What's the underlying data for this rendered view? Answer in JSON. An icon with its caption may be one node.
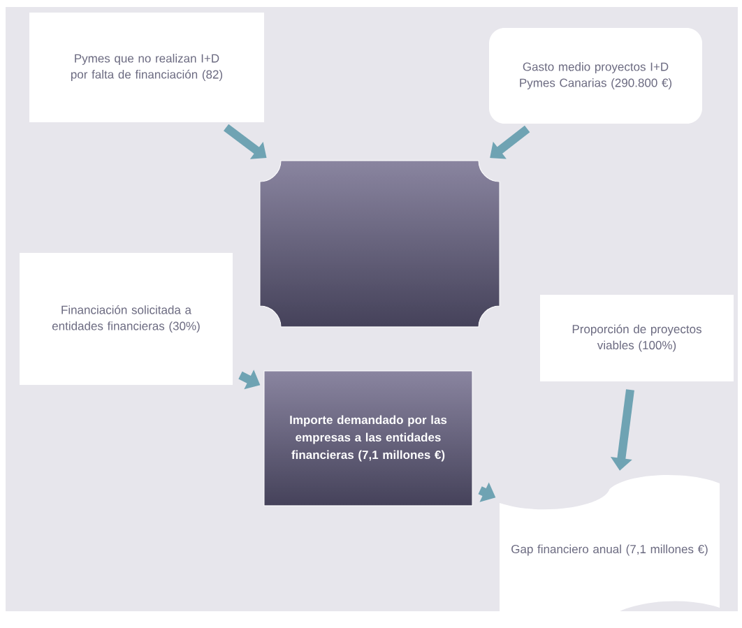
{
  "diagram": {
    "nodes": [
      {
        "text": [
          "Pymes que no realizan I+D por falta de financiación (82)"
        ]
      },
      {
        "text": [
          "Gasto medio proyectos I+D Pymes Canarias (290.800 €)"
        ]
      },
      {
        "text": [],
        "shape": "box"
      },
      {
        "text": [
          "Financiación solicitada a entidades financieras (30%)"
        ]
      },
      {
        "text": [
          "Importe demandado por las empresas a las entidades financieras (7,1 millones €)"
        ]
      },
      {
        "text": [
          "Proporción de proyectos viables (100%)"
        ]
      },
      {
        "text": [
          "Gap financiero anual (7,1 millones €)"
        ]
      }
    ],
    "edges": [
      {
        "from": 0,
        "to": 2,
        "arrow": "to"
      },
      {
        "from": 1,
        "to": 2,
        "arrow": "to"
      },
      {
        "from": 3,
        "to": 4,
        "arrow": "to"
      },
      {
        "from": 4,
        "to": 6,
        "arrow": "to"
      },
      {
        "from": 5,
        "to": 6,
        "arrow": "to"
      }
    ]
  }
}
